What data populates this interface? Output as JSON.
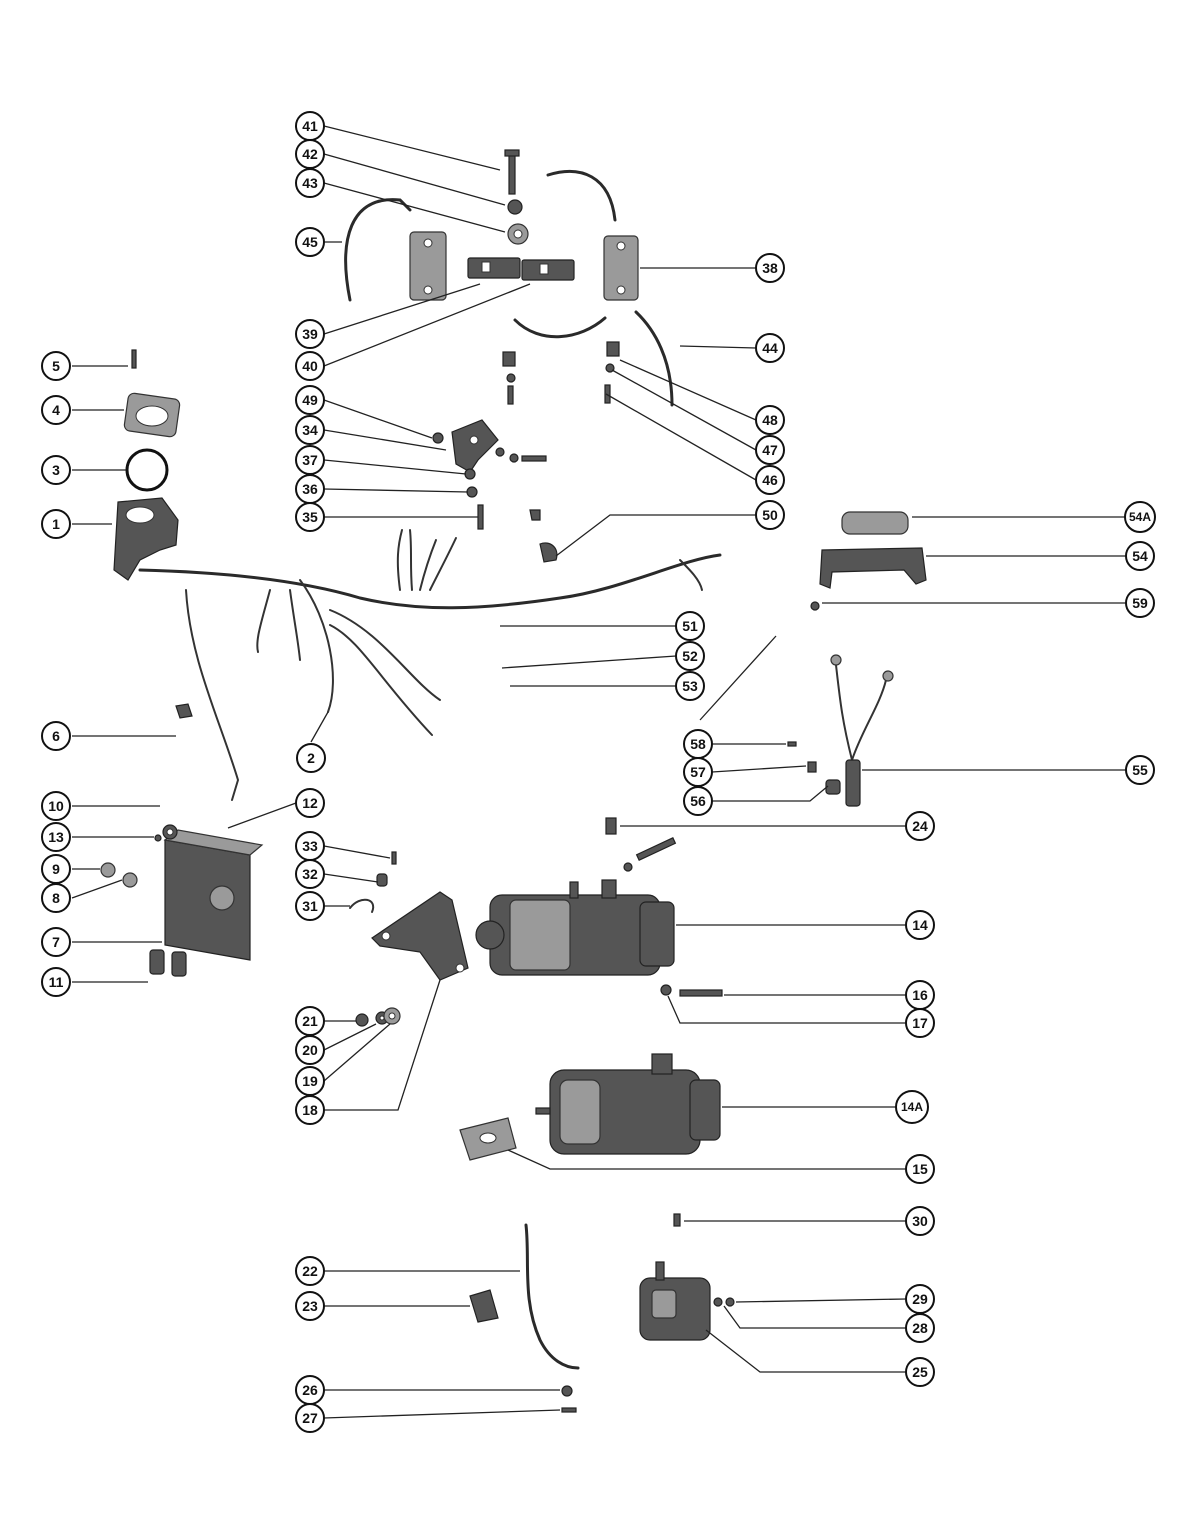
{
  "diagram": {
    "labels": [
      {
        "id": "1",
        "text": "1"
      },
      {
        "id": "2",
        "text": "2"
      },
      {
        "id": "3",
        "text": "3"
      },
      {
        "id": "4",
        "text": "4"
      },
      {
        "id": "5",
        "text": "5"
      },
      {
        "id": "6",
        "text": "6"
      },
      {
        "id": "7",
        "text": "7"
      },
      {
        "id": "8",
        "text": "8"
      },
      {
        "id": "9",
        "text": "9"
      },
      {
        "id": "10",
        "text": "10"
      },
      {
        "id": "11",
        "text": "11"
      },
      {
        "id": "12",
        "text": "12"
      },
      {
        "id": "13",
        "text": "13"
      },
      {
        "id": "14",
        "text": "14"
      },
      {
        "id": "14A",
        "text": "14A"
      },
      {
        "id": "15",
        "text": "15"
      },
      {
        "id": "16",
        "text": "16"
      },
      {
        "id": "17",
        "text": "17"
      },
      {
        "id": "18",
        "text": "18"
      },
      {
        "id": "19",
        "text": "19"
      },
      {
        "id": "20",
        "text": "20"
      },
      {
        "id": "21",
        "text": "21"
      },
      {
        "id": "22",
        "text": "22"
      },
      {
        "id": "23",
        "text": "23"
      },
      {
        "id": "24",
        "text": "24"
      },
      {
        "id": "25",
        "text": "25"
      },
      {
        "id": "26",
        "text": "26"
      },
      {
        "id": "27",
        "text": "27"
      },
      {
        "id": "28",
        "text": "28"
      },
      {
        "id": "29",
        "text": "29"
      },
      {
        "id": "30",
        "text": "30"
      },
      {
        "id": "31",
        "text": "31"
      },
      {
        "id": "32",
        "text": "32"
      },
      {
        "id": "33",
        "text": "33"
      },
      {
        "id": "34",
        "text": "34"
      },
      {
        "id": "35",
        "text": "35"
      },
      {
        "id": "36",
        "text": "36"
      },
      {
        "id": "37",
        "text": "37"
      },
      {
        "id": "38",
        "text": "38"
      },
      {
        "id": "39",
        "text": "39"
      },
      {
        "id": "40",
        "text": "40"
      },
      {
        "id": "41",
        "text": "41"
      },
      {
        "id": "42",
        "text": "42"
      },
      {
        "id": "43",
        "text": "43"
      },
      {
        "id": "44",
        "text": "44"
      },
      {
        "id": "45",
        "text": "45"
      },
      {
        "id": "46",
        "text": "46"
      },
      {
        "id": "47",
        "text": "47"
      },
      {
        "id": "48",
        "text": "48"
      },
      {
        "id": "49",
        "text": "49"
      },
      {
        "id": "50",
        "text": "50"
      },
      {
        "id": "51",
        "text": "51"
      },
      {
        "id": "52",
        "text": "52"
      },
      {
        "id": "53",
        "text": "53"
      },
      {
        "id": "54",
        "text": "54"
      },
      {
        "id": "54A",
        "text": "54A"
      },
      {
        "id": "55",
        "text": "55"
      },
      {
        "id": "56",
        "text": "56"
      },
      {
        "id": "57",
        "text": "57"
      },
      {
        "id": "58",
        "text": "58"
      },
      {
        "id": "59",
        "text": "59"
      }
    ]
  }
}
